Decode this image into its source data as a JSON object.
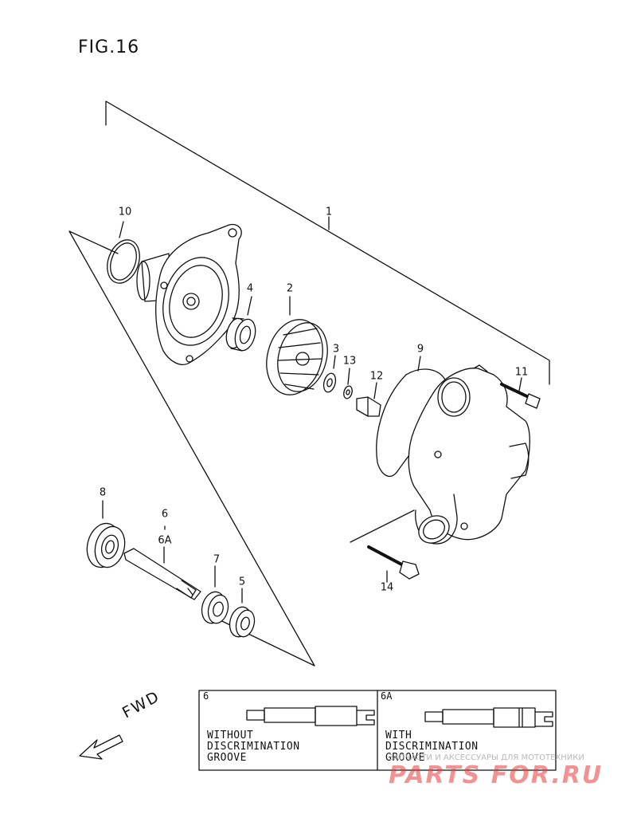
{
  "figure": {
    "title": "FIG.16"
  },
  "callouts": [
    {
      "id": "1",
      "label": "1"
    },
    {
      "id": "2",
      "label": "2"
    },
    {
      "id": "3",
      "label": "3"
    },
    {
      "id": "4",
      "label": "4"
    },
    {
      "id": "5",
      "label": "5"
    },
    {
      "id": "6",
      "label": "6"
    },
    {
      "id": "6a",
      "label": "6A"
    },
    {
      "id": "7",
      "label": "7"
    },
    {
      "id": "8",
      "label": "8"
    },
    {
      "id": "9",
      "label": "9"
    },
    {
      "id": "10",
      "label": "10"
    },
    {
      "id": "11",
      "label": "11"
    },
    {
      "id": "12",
      "label": "12"
    },
    {
      "id": "13",
      "label": "13"
    },
    {
      "id": "14",
      "label": "14"
    }
  ],
  "notes": {
    "left": {
      "id": "6",
      "text": "WITHOUT\nDISCRIMINATION\nGROOVE"
    },
    "right": {
      "id": "6A",
      "text": "WITH\nDISCRIMINATION\nGROOVE"
    }
  },
  "direction": {
    "label": "FWD"
  },
  "watermark": {
    "text": "ЗАПЧАСТИ И АКСЕССУАРЫ ДЛЯ МОТОТЕХНИКИ",
    "logo": "PARTS FOR.RU"
  }
}
